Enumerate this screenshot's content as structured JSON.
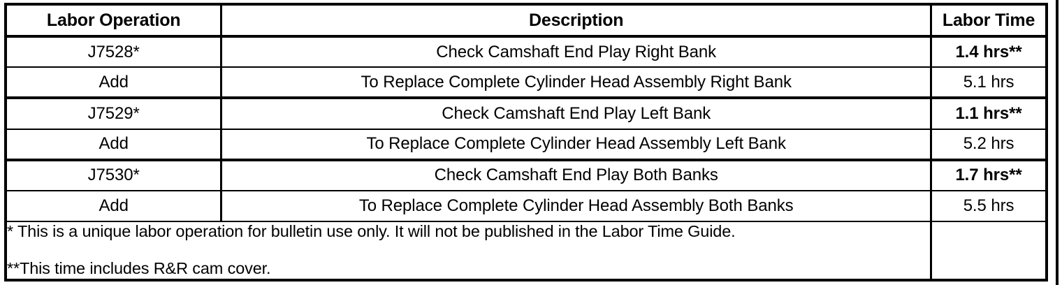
{
  "table": {
    "columns": [
      {
        "key": "labor_operation",
        "header": "Labor Operation"
      },
      {
        "key": "description",
        "header": "Description"
      },
      {
        "key": "labor_time",
        "header": "Labor Time"
      }
    ],
    "rows": [
      {
        "labor_operation": "J7528*",
        "description": "Check Camshaft End Play Right Bank",
        "labor_time": "1.4 hrs**",
        "time_emphasis": true
      },
      {
        "labor_operation": "Add",
        "description": "To Replace Complete Cylinder Head Assembly Right Bank",
        "labor_time": "5.1 hrs",
        "time_emphasis": false
      },
      {
        "labor_operation": "J7529*",
        "description": "Check Camshaft End Play Left Bank",
        "labor_time": "1.1 hrs**",
        "time_emphasis": true
      },
      {
        "labor_operation": "Add",
        "description": "To Replace Complete Cylinder Head Assembly Left Bank",
        "labor_time": "5.2 hrs",
        "time_emphasis": false
      },
      {
        "labor_operation": "J7530*",
        "description": "Check Camshaft End Play Both Banks",
        "labor_time": "1.7 hrs**",
        "time_emphasis": true
      },
      {
        "labor_operation": "Add",
        "description": "To Replace Complete Cylinder Head Assembly Both Banks",
        "labor_time": "5.5 hrs",
        "time_emphasis": false
      }
    ],
    "footnotes": {
      "line1": "* This is a unique labor operation for bulletin use only. It will not be published in the Labor Time Guide.",
      "line2": "**This time includes R&R cam cover.",
      "labor_time_cell": ""
    }
  },
  "colors": {
    "border": "#000000",
    "text": "#000000",
    "background": "#ffffff"
  }
}
